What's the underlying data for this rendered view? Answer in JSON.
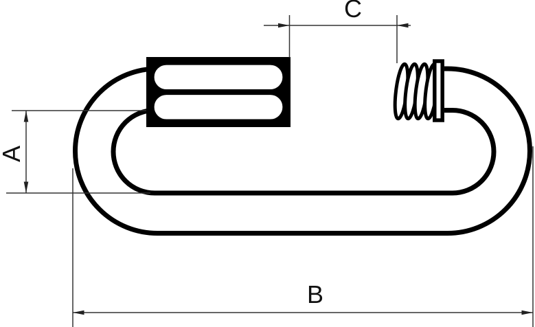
{
  "drawing": {
    "description": "Technical line drawing of a quick link (screw-lock chain connector) with three dimension callouts",
    "labels": {
      "a": "A",
      "b": "B",
      "c": "C"
    }
  },
  "colors": {
    "body_stroke": "#000000",
    "dimension_lines": "#333333",
    "background": "#ffffff"
  }
}
